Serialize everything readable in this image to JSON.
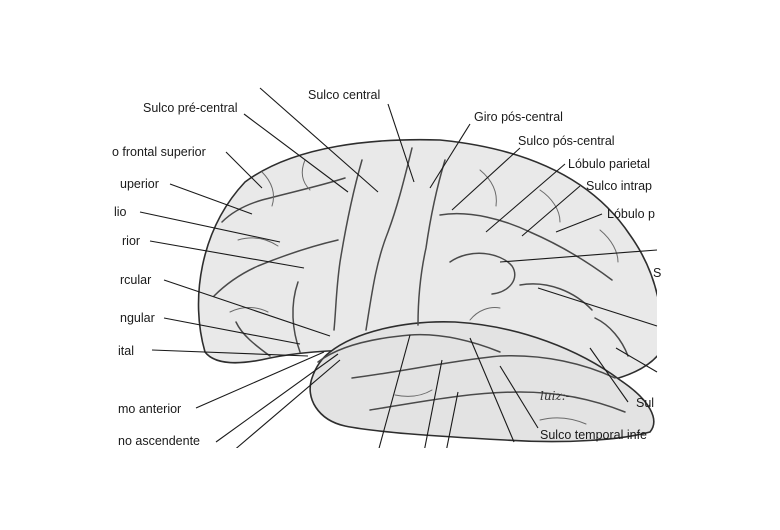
{
  "labels": {
    "sulco_central": "Sulco central",
    "sulco_pre_central": "Sulco pré-central",
    "giro_pos_central": "Giro pós-central",
    "sulco_pos_central": "Sulco pós-central",
    "giro_frontal_superior": "o frontal superior",
    "lobulo_parietal": "Lóbulo parietal",
    "sulco_frontal_superior": "uperior",
    "sulco_intraparietal": "Sulco intrap",
    "giro_frontal_medio": "lio",
    "lobulo_parietal_inferior": "Lóbulo p",
    "sulco_frontal_inferior": "rior",
    "parte_opercular": "rcular",
    "parte_triangular": "ngular",
    "parte_orbital": "ital",
    "ramo_anterior": "mo anterior",
    "ramo_ascendente": "no ascendente",
    "sulco_lunato": "Sul",
    "sulco_temporal_inferior": "Sulco temporal infe",
    "edge_label_s": "S"
  },
  "signature": "luiz"
}
